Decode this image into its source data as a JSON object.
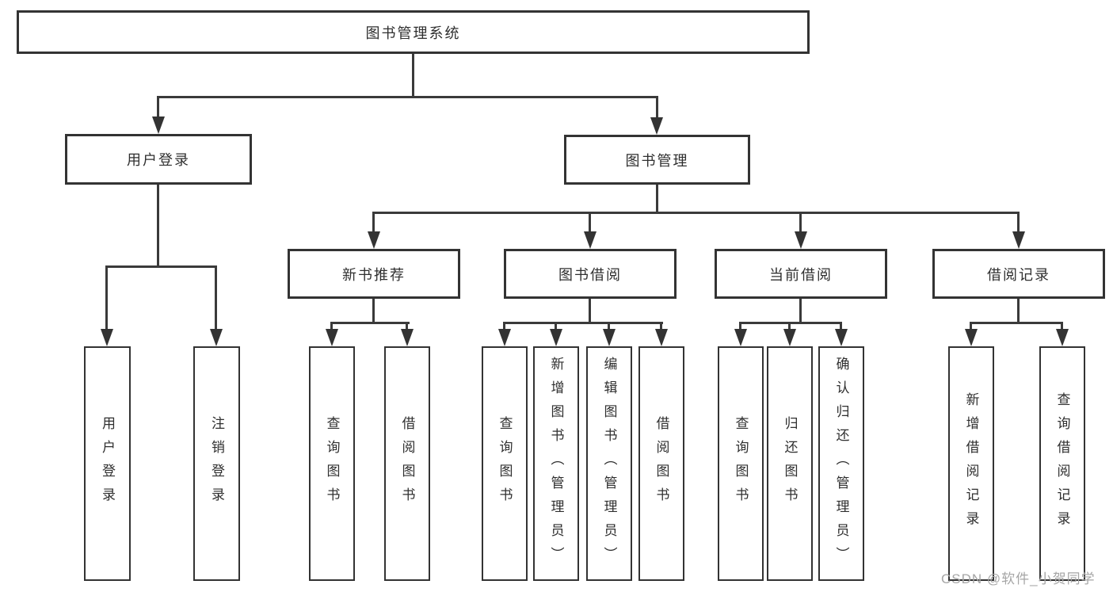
{
  "diagram": {
    "title_node": "图书管理系统",
    "branches": [
      {
        "label": "用户登录",
        "children": [
          "用户登录",
          "注销登录"
        ]
      },
      {
        "label": "图书管理",
        "sections": [
          {
            "label": "新书推荐",
            "children": [
              "查询图书",
              "借阅图书"
            ]
          },
          {
            "label": "图书借阅",
            "children": [
              "查询图书",
              "新增图书（管理员）",
              "编辑图书（管理员）",
              "借阅图书"
            ]
          },
          {
            "label": "当前借阅",
            "children": [
              "查询图书",
              "归还图书",
              "确认归还（管理员）"
            ]
          },
          {
            "label": "借阅记录",
            "children": [
              "新增借阅记录",
              "查询借阅记录"
            ]
          }
        ]
      }
    ]
  },
  "watermark": {
    "text": "CSDN @软件_小贺同学"
  },
  "colors": {
    "line": "#333333",
    "box_border": "#333333",
    "text": "#2f2f2f",
    "watermark": "#a6a6a6",
    "background": "#ffffff"
  }
}
